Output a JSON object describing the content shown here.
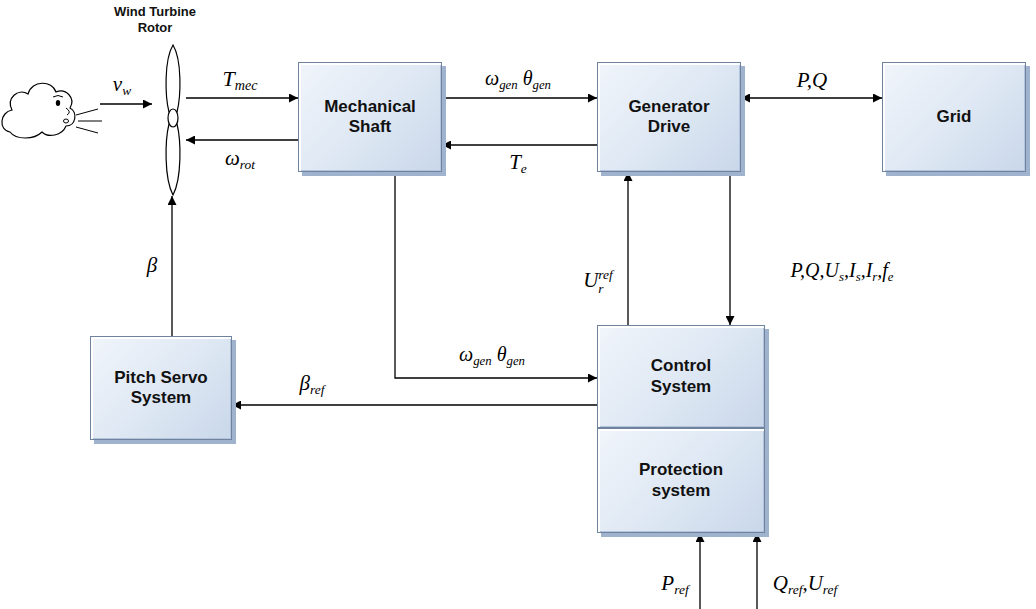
{
  "diagram": {
    "nodes": [
      {
        "text": [
          "Wind Turbine Rotor"
        ]
      },
      {
        "text": [
          "Mechanical Shaft"
        ]
      },
      {
        "text": [
          "Generator Drive"
        ]
      },
      {
        "text": [
          "Grid"
        ]
      },
      {
        "text": [
          "Pitch Servo System"
        ]
      },
      {
        "text": [
          "Control System"
        ]
      },
      {
        "text": [
          "Protection system"
        ]
      }
    ],
    "edges": [
      {
        "from": 0,
        "to": 1,
        "arrow": "to",
        "label": "Tmec"
      },
      {
        "from": 1,
        "to": 0,
        "arrow": "to",
        "label": "ωrot"
      },
      {
        "from": 1,
        "to": 2,
        "arrow": "to",
        "label": "ωgen θgen"
      },
      {
        "from": 2,
        "to": 1,
        "arrow": "to",
        "label": "Te"
      },
      {
        "from": 2,
        "to": 3,
        "arrow": "both",
        "label": "P,Q"
      },
      {
        "from": 5,
        "to": 2,
        "arrow": "to",
        "label": "Urref"
      },
      {
        "from": 2,
        "to": 5,
        "arrow": "to",
        "label": "P,Q,Us,Is,Ir,fe"
      },
      {
        "from": 1,
        "to": 5,
        "arrow": "to",
        "label": "ωgen θgen"
      },
      {
        "from": 5,
        "to": 4,
        "arrow": "to",
        "label": "βref"
      },
      {
        "from": 4,
        "to": 0,
        "arrow": "to",
        "label": "β"
      }
    ],
    "labels": [
      "vw",
      "Pref",
      "Qref,Uref"
    ]
  }
}
